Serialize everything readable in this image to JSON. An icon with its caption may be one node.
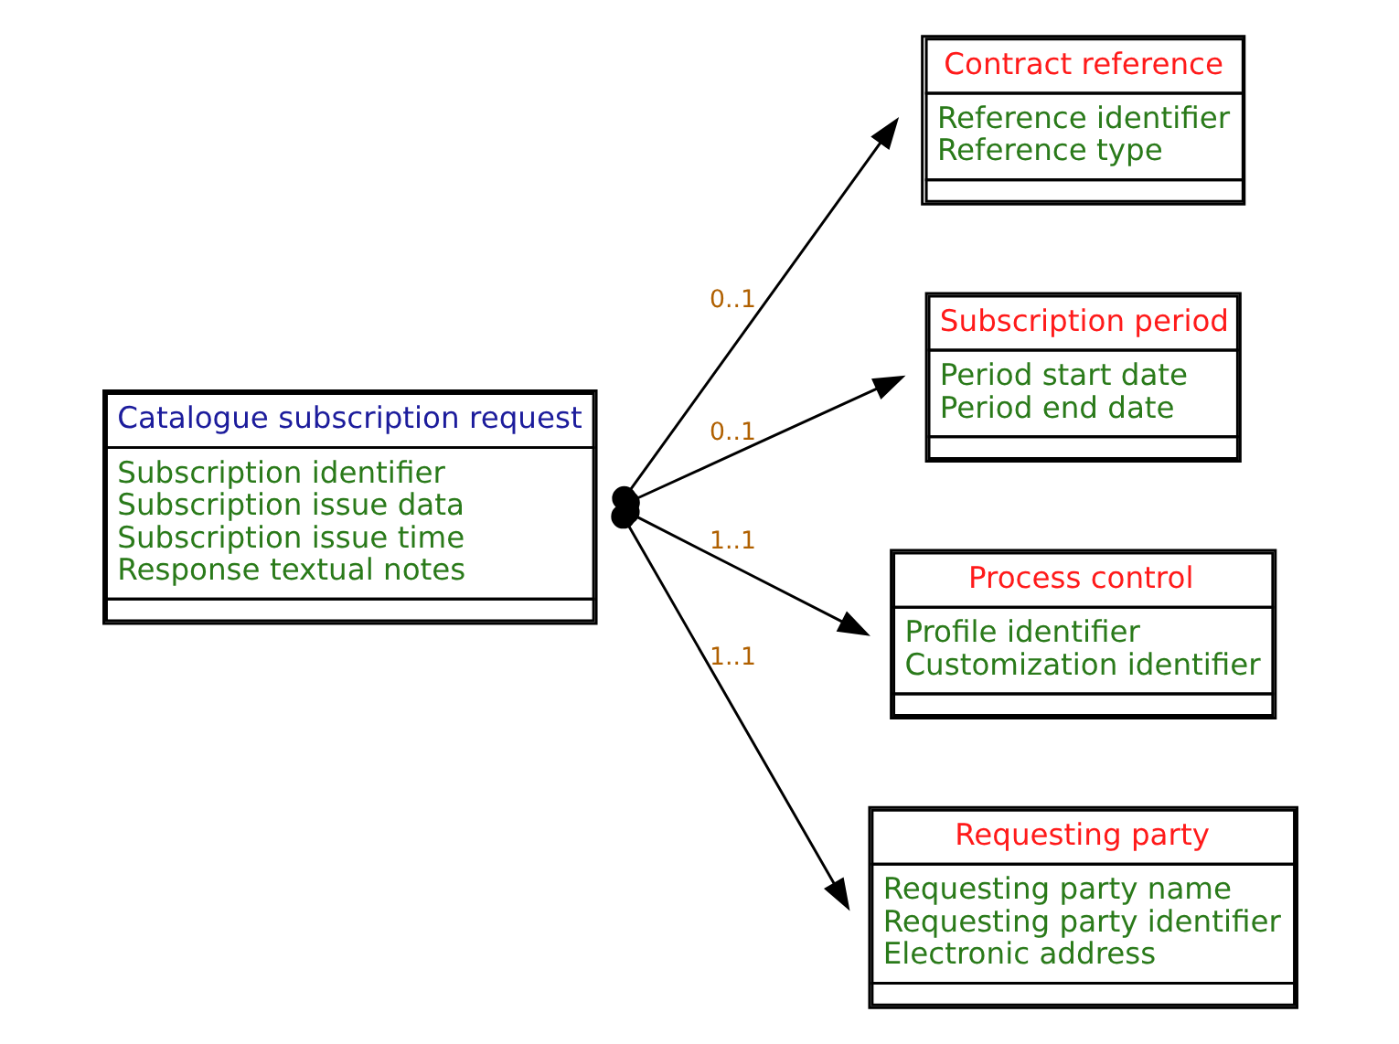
{
  "diagram": {
    "nodes": [
      {
        "text": [
          "Catalogue subscription request",
          "Subscription identifier",
          "Subscription issue data",
          "Subscription issue time",
          "Response textual notes"
        ]
      },
      {
        "text": [
          "Contract reference",
          "Reference identifier",
          "Reference type"
        ]
      },
      {
        "text": [
          "Subscription period",
          "Period start date",
          "Period end date"
        ]
      },
      {
        "text": [
          "Process control",
          "Profile identifier",
          "Customization identifier"
        ]
      },
      {
        "text": [
          "Requesting party",
          "Requesting party name",
          "Requesting party identifier",
          "Electronic address"
        ]
      }
    ],
    "edges": [
      {
        "from": 0,
        "to": 1,
        "arrow": "to",
        "label": "0..1"
      },
      {
        "from": 0,
        "to": 2,
        "arrow": "to",
        "label": "0..1"
      },
      {
        "from": 0,
        "to": 3,
        "arrow": "to",
        "label": "1..1"
      },
      {
        "from": 0,
        "to": 4,
        "arrow": "to",
        "label": "1..1"
      }
    ]
  }
}
